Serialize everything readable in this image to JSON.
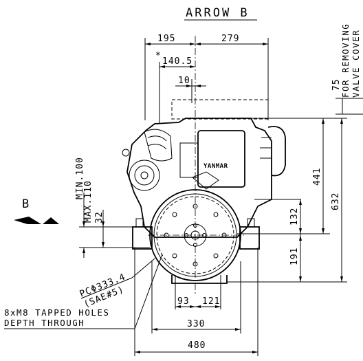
{
  "title": "ARROW B",
  "view_label": "B",
  "side_note": {
    "line1": "FOR REMOVING",
    "line2": "VALVE COVER",
    "value": "75"
  },
  "brand": "YANMAR",
  "dimensions": {
    "d195": "195",
    "d279": "279",
    "d140": "140.5",
    "d140_mark": "*",
    "d10": "10",
    "d441": "441",
    "d632": "632",
    "d132": "132",
    "d191": "191",
    "d32": "32",
    "max": "MAX.110",
    "min": "MIN.100",
    "d93": "93",
    "d121": "121",
    "d330": "330",
    "d480": "480"
  },
  "pcd": {
    "line1": "PCΦ333.4",
    "line2": "(SAE#5)"
  },
  "holes_note": {
    "line1": "8xM8 TAPPED HOLES",
    "line2": "DEPTH THROUGH"
  }
}
